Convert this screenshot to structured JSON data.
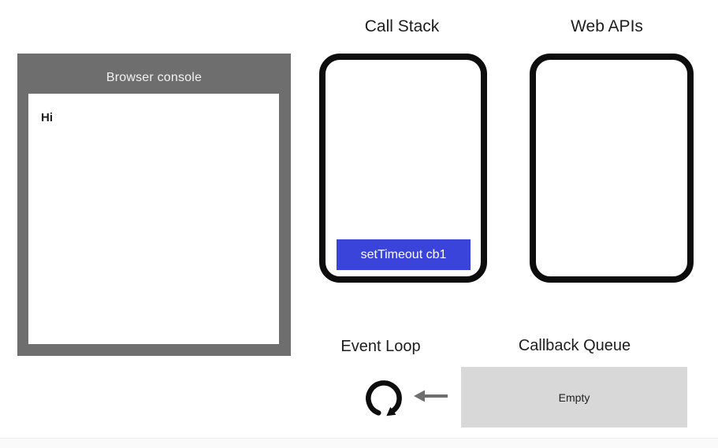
{
  "console": {
    "title": "Browser console",
    "log_lines": [
      "Hi"
    ]
  },
  "call_stack": {
    "title": "Call Stack",
    "frames": [
      {
        "label": "setTimeout cb1"
      }
    ]
  },
  "web_apis": {
    "title": "Web APIs",
    "items": []
  },
  "event_loop": {
    "title": "Event Loop",
    "icon": "event-loop-cycle-icon"
  },
  "callback_queue": {
    "title": "Callback Queue",
    "status": "Empty"
  },
  "flow": {
    "queue_to_loop_arrow": "left-arrow-icon"
  },
  "colors": {
    "console_background": "#6e6e6e",
    "console_title_text": "#f2f2f2",
    "stack_frame_blue": "#3a44db",
    "box_border_black": "#0d0d0d",
    "queue_background": "#d8d8d8",
    "arrow_gray": "#6e6e6e",
    "title_text": "#1d1d1d"
  }
}
